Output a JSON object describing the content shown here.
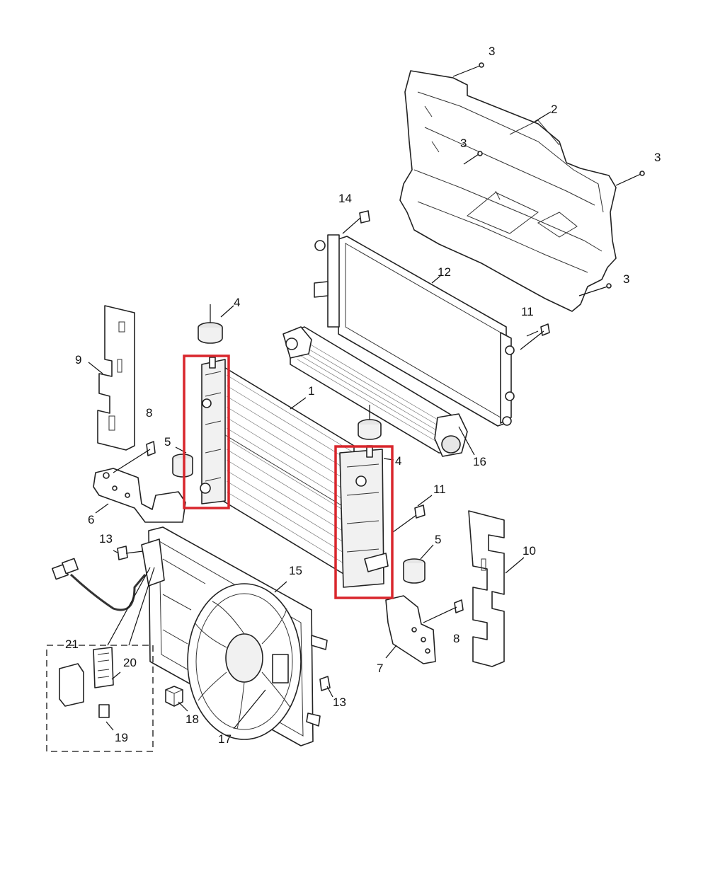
{
  "diagram": {
    "highlight_color": "#d9262c",
    "callouts": {
      "radiator": "1",
      "shroud_upper": "2",
      "clip_a": "3",
      "clip_b": "3",
      "clip_c": "3",
      "clip_d": "3",
      "mount_top_left": "4",
      "mount_top_right": "4",
      "mount_bottom_left": "5",
      "mount_bottom_right": "5",
      "bracket_left": "6",
      "bracket_right": "7",
      "bolt_left": "8",
      "bolt_right": "8",
      "baffle_left": "9",
      "baffle_right": "10",
      "screw_upper": "11",
      "screw_lower": "11",
      "condenser": "12",
      "nut_left": "13",
      "nut_right": "13",
      "screw_top": "14",
      "fan_shroud": "15",
      "charge_air_cooler": "16",
      "fan": "17",
      "relay_small": "18",
      "relay_mini": "19",
      "control_module": "20",
      "module_group": "21"
    }
  }
}
